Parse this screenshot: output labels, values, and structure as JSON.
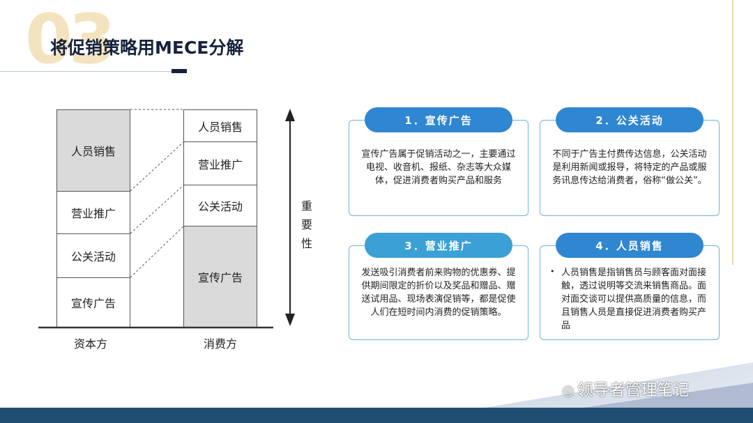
{
  "header": {
    "section_number": "03",
    "title": "将促销策略用MECE分解"
  },
  "diagram": {
    "left_column": {
      "label": "资本方",
      "cells": [
        "人员销售",
        "营业推广",
        "公关活动",
        "宣传广告"
      ]
    },
    "right_column": {
      "label": "消费方",
      "cells": [
        "人员销售",
        "营业推广",
        "公关活动",
        "宣传广告"
      ]
    },
    "axis_label": "重\n要\n性"
  },
  "cards": [
    {
      "title": "1．宣传广告",
      "body": "宣传广告属于促销活动之一，主要通过电视、收音机、报纸、杂志等大众媒体，促进消费者购买产品和服务",
      "pill_color": "#2f86d1"
    },
    {
      "title": "2．公关活动",
      "body": "不同于广告主付费传达信息，公关活动是利用新闻或报导，将特定的产品或服务讯息传达给消费者，俗称“做公关”。",
      "pill_color": "#2f86d1"
    },
    {
      "title": "3．营业推广",
      "body": "发送吸引消费者前来购物的优惠券、提供期间限定的折价以及奖品和赠品、赠送试用品、现场表演促销等，都是促使人们在短时间内消费的促销策略。",
      "pill_color": "#3aa0d6"
    },
    {
      "title": "4．人员销售",
      "body": "人员销售是指销售员与顾客面对面接触，透过说明等交流来销售商品。面对面交谈可以提供高质量的信息，而且销售人员是直接促进消费者购买产品",
      "pill_color": "#2f86d1"
    }
  ],
  "footer": {
    "watermark": "领导者管理笔记"
  },
  "colors": {
    "navy": "#16223d",
    "card_border": "#6fb3dc",
    "pill_blue": "#2f86d1",
    "footer": "#1f4e72",
    "cell_gray": "#dadada"
  }
}
